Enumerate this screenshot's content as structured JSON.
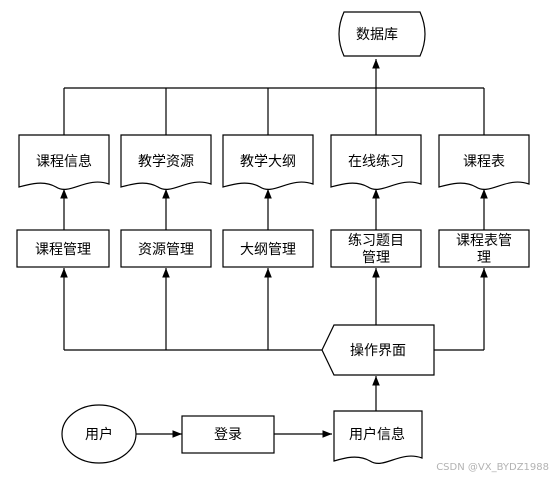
{
  "nodes": {
    "database": "数据库",
    "doc_course_info": "课程信息",
    "doc_teaching_resources": "教学资源",
    "doc_syllabus": "教学大纲",
    "doc_online_practice": "在线练习",
    "doc_course_schedule": "课程表",
    "mgmt_course": "课程管理",
    "mgmt_resource": "资源管理",
    "mgmt_syllabus": "大纲管理",
    "mgmt_exercise_line1": "练习题目",
    "mgmt_exercise_line2": "管理",
    "mgmt_schedule_line1": "课程表管",
    "mgmt_schedule_line2": "理",
    "operation_ui": "操作界面",
    "user": "用户",
    "login": "登录",
    "user_info": "用户信息"
  },
  "watermark": "CSDN @VX_BYDZ1988",
  "colors": {
    "stroke": "#000000",
    "fill": "#ffffff",
    "watermark": "#b3b3b3"
  }
}
